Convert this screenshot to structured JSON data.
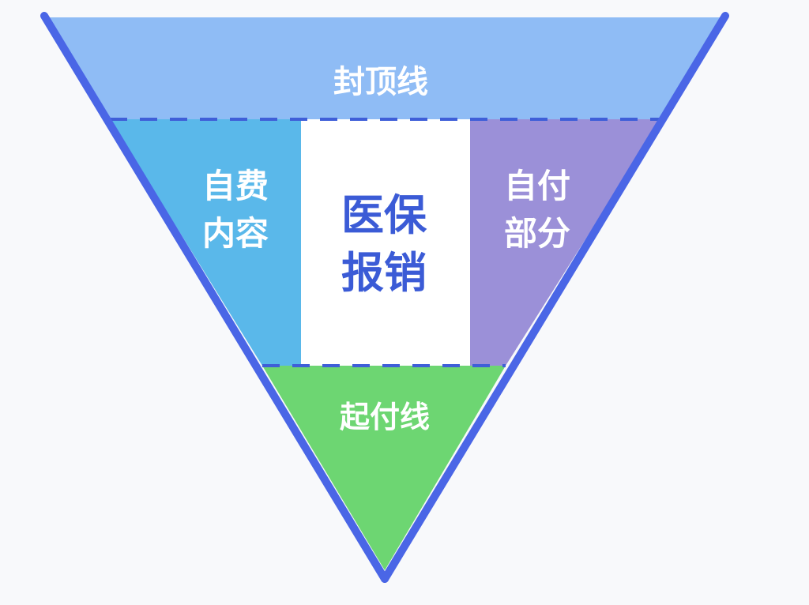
{
  "diagram": {
    "ceiling_label": "封顶线",
    "left_section_label": [
      "自费",
      "内容"
    ],
    "center_section_label": [
      "医保",
      "报销"
    ],
    "right_section_label": [
      "自付",
      "部分"
    ],
    "deductible_label": "起付线"
  },
  "colors": {
    "outline": "#4a66e6",
    "ceiling_band": "#8fbcf5",
    "left_section": "#5ab8ea",
    "center_section": "#ffffff",
    "right_section": "#9b90d8",
    "deductible_section": "#6dd672",
    "divider": "#3f5fd8",
    "label_light": "#ffffff",
    "label_center": "#3b5bd6"
  }
}
